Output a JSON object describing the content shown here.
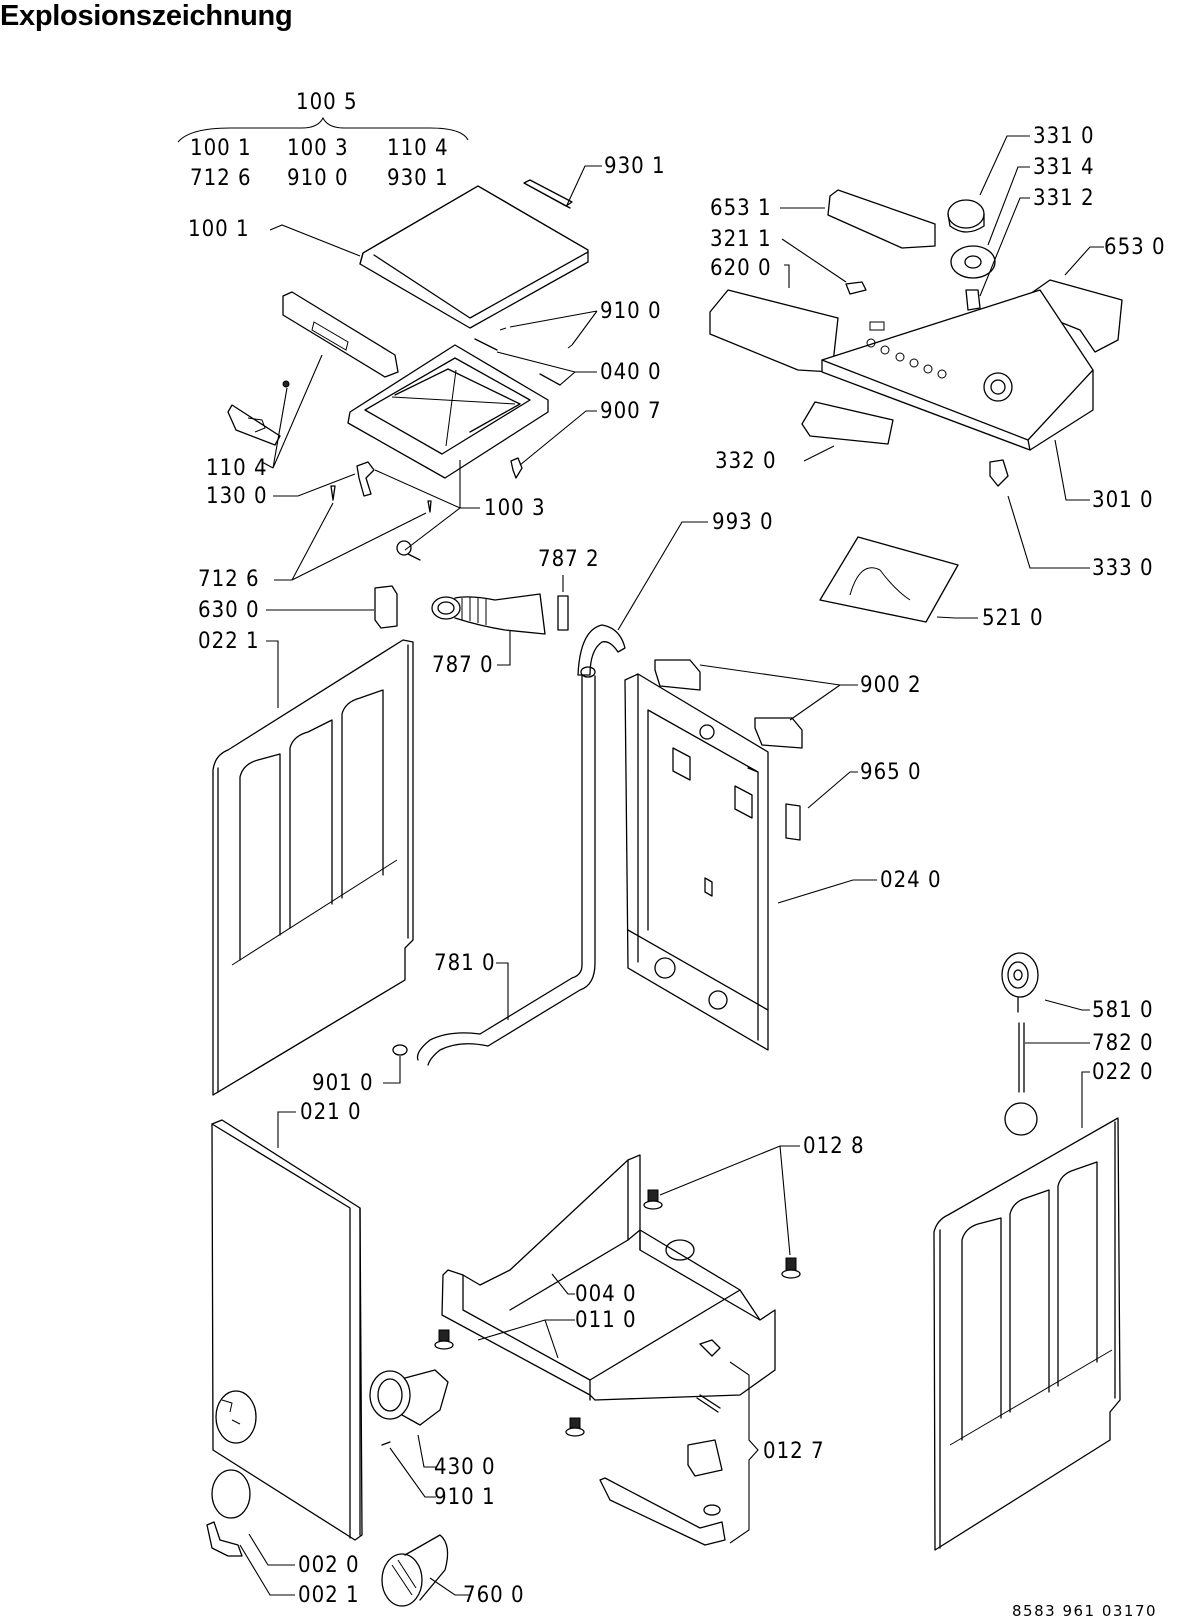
{
  "title": "Explosionszeichnung",
  "group_label": {
    "header": "100 5",
    "members_row1": [
      "100 1",
      "100 3",
      "110 4"
    ],
    "members_row2": [
      "712 6",
      "910 0",
      "930 1"
    ]
  },
  "labels": {
    "l_930_1": "930 1",
    "l_100_1": "100 1",
    "l_910_0": "910 0",
    "l_040_0": "040 0",
    "l_900_7": "900 7",
    "l_110_4": "110 4",
    "l_130_0": "130 0",
    "l_100_3": "100 3",
    "l_712_6": "712 6",
    "l_630_0": "630 0",
    "l_022_1": "022 1",
    "l_787_2": "787 2",
    "l_787_0": "787 0",
    "l_993_0": "993 0",
    "l_331_0": "331 0",
    "l_331_4": "331 4",
    "l_331_2": "331 2",
    "l_653_1": "653 1",
    "l_321_1": "321 1",
    "l_620_0": "620 0",
    "l_653_0": "653 0",
    "l_332_0": "332 0",
    "l_301_0": "301 0",
    "l_333_0": "333 0",
    "l_521_0": "521 0",
    "l_900_2": "900 2",
    "l_965_0": "965 0",
    "l_024_0": "024 0",
    "l_781_0": "781 0",
    "l_901_0": "901 0",
    "l_021_0": "021 0",
    "l_581_0": "581 0",
    "l_782_0": "782 0",
    "l_022_0": "022 0",
    "l_012_8": "012 8",
    "l_004_0": "004 0",
    "l_011_0": "011 0",
    "l_012_7": "012 7",
    "l_430_0": "430 0",
    "l_910_1": "910 1",
    "l_002_0": "002 0",
    "l_002_1": "002 1",
    "l_760_0": "760 0"
  },
  "footer_code": "8583 961 03170"
}
